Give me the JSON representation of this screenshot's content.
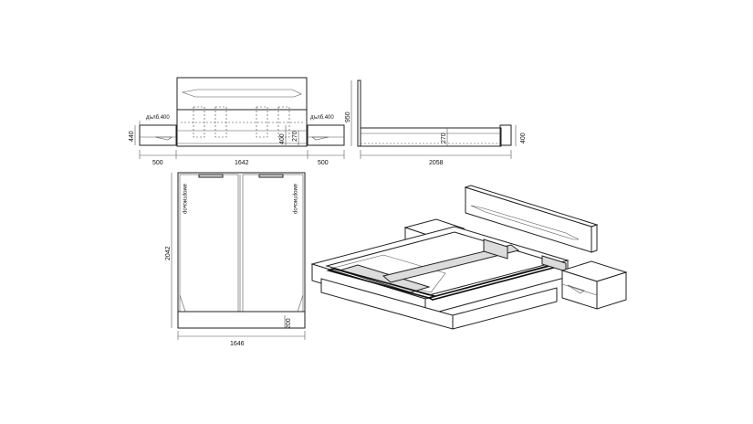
{
  "front_view": {
    "label_depth_left": "дълб.400",
    "label_depth_right": "дълб.400",
    "height_nightstand": "440",
    "width_left": "500",
    "width_bed": "1642",
    "width_right": "500",
    "dim_400": "400",
    "dim_270": "270"
  },
  "side_view": {
    "height_headboard": "950",
    "height_frame": "270",
    "height_end": "400",
    "length": "2058"
  },
  "top_view": {
    "label_left": "амортисьор",
    "label_right": "амортисьор",
    "length": "2042",
    "width": "1646",
    "dim_200": "200"
  }
}
